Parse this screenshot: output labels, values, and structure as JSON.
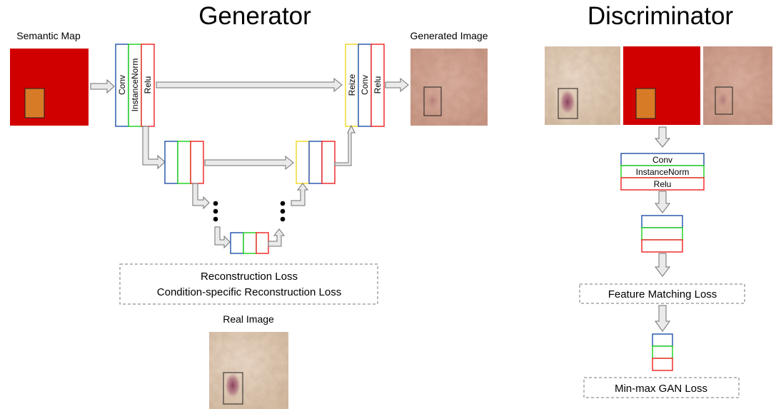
{
  "generator": {
    "title": "Generator",
    "semantic_map_label": "Semantic Map",
    "generated_image_label": "Generated Image",
    "real_image_label": "Real Image",
    "encoder_block_layers": [
      "Conv",
      "InstanceNorm",
      "Relu"
    ],
    "decoder_block_layers": [
      "Reize",
      "Conv",
      "Relu"
    ],
    "loss_lines": [
      "Reconstruction Loss",
      "Condition-specific Reconstruction Loss"
    ]
  },
  "discriminator": {
    "title": "Discriminator",
    "block_layers": [
      "Conv",
      "InstanceNorm",
      "Relu"
    ],
    "feature_loss": "Feature Matching Loss",
    "gan_loss": "Min-max GAN Loss"
  },
  "colors": {
    "semantic_red": "#d10000",
    "lesion_orange": "#d77b27",
    "skin_light": "#e6d2bd",
    "skin_dark": "#d6a897",
    "conv_blue": "#1f4fa8",
    "norm_green": "#18d018",
    "relu_red": "#ef1e1e",
    "resize_yellow": "#f2d51e",
    "loss_border": "#777777",
    "arrow_fill": "#eaeaea",
    "arrow_stroke": "#707070"
  }
}
